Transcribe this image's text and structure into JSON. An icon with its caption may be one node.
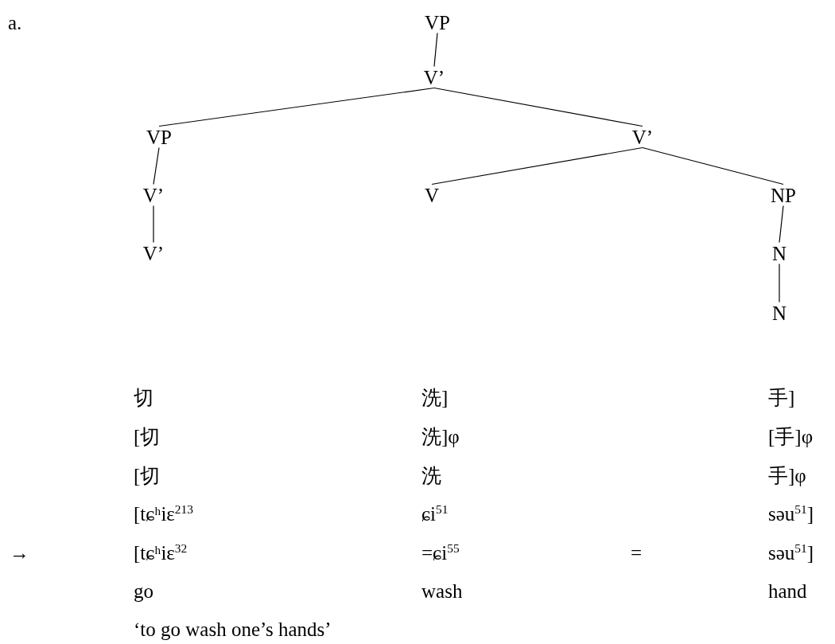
{
  "diagram": {
    "nodes": [
      {
        "text": [
          "VP"
        ]
      },
      {
        "text": [
          "V’"
        ]
      },
      {
        "text": [
          "VP"
        ]
      },
      {
        "text": [
          "V’"
        ]
      },
      {
        "text": [
          "V’"
        ]
      },
      {
        "text": [
          "V"
        ]
      },
      {
        "text": [
          "NP"
        ]
      },
      {
        "text": [
          "V’"
        ]
      },
      {
        "text": [
          "N"
        ]
      },
      {
        "text": [
          "N"
        ]
      }
    ],
    "edges": [
      {
        "from": 0,
        "to": 1,
        "arrow": "none"
      },
      {
        "from": 1,
        "to": 2,
        "arrow": "none"
      },
      {
        "from": 1,
        "to": 3,
        "arrow": "none"
      },
      {
        "from": 2,
        "to": 4,
        "arrow": "none"
      },
      {
        "from": 3,
        "to": 5,
        "arrow": "none"
      },
      {
        "from": 3,
        "to": 6,
        "arrow": "none"
      },
      {
        "from": 4,
        "to": 7,
        "arrow": "none"
      },
      {
        "from": 6,
        "to": 8,
        "arrow": "none"
      },
      {
        "from": 8,
        "to": 9,
        "arrow": "none"
      }
    ],
    "labels": [
      "a.",
      "切",
      "洗]",
      "手]",
      "[切",
      "洗]φ",
      "[手]φ",
      "[切",
      "洗",
      "手]φ",
      "[tɕʰiɛ$^{213}$",
      "ɕi$^{51}$",
      "səu$^{51}$]",
      "→",
      "[tɕʰiɛ$^{32}$",
      "=ɕi$^{55}$",
      "=",
      "səu$^{51}$]",
      "go",
      "wash",
      "hand",
      "‘to go wash one’s hands’"
    ]
  }
}
